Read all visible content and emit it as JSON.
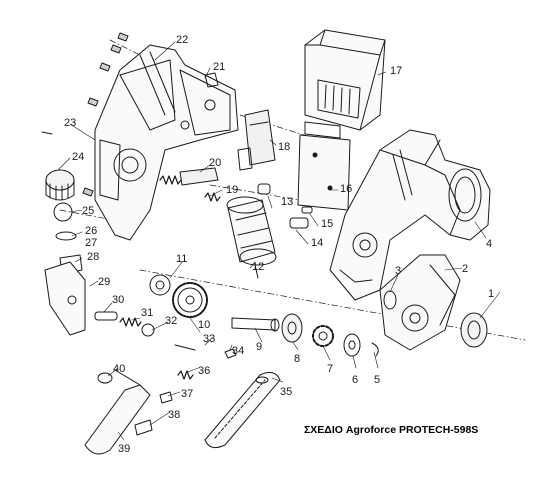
{
  "diagram": {
    "caption": "ΣΧΕΔΙΟ Agroforce PROTECH-598S",
    "part_numbers": {
      "p1": "1",
      "p2": "2",
      "p3": "3",
      "p4": "4",
      "p5": "5",
      "p6": "6",
      "p7": "7",
      "p8": "8",
      "p9": "9",
      "p10": "10",
      "p11": "11",
      "p12": "12",
      "p13": "13",
      "p14": "14",
      "p15": "15",
      "p16": "16",
      "p17": "17",
      "p18": "18",
      "p19": "19",
      "p20": "20",
      "p21": "21",
      "p22": "22",
      "p23": "23",
      "p24": "24",
      "p25": "25",
      "p26": "26",
      "p27": "27",
      "p28": "28",
      "p29": "29",
      "p30": "30",
      "p31": "31",
      "p32": "32",
      "p33": "33",
      "p34": "34",
      "p35": "35",
      "p36": "36",
      "p37": "37",
      "p38": "38",
      "p39": "39",
      "p40": "40"
    }
  }
}
